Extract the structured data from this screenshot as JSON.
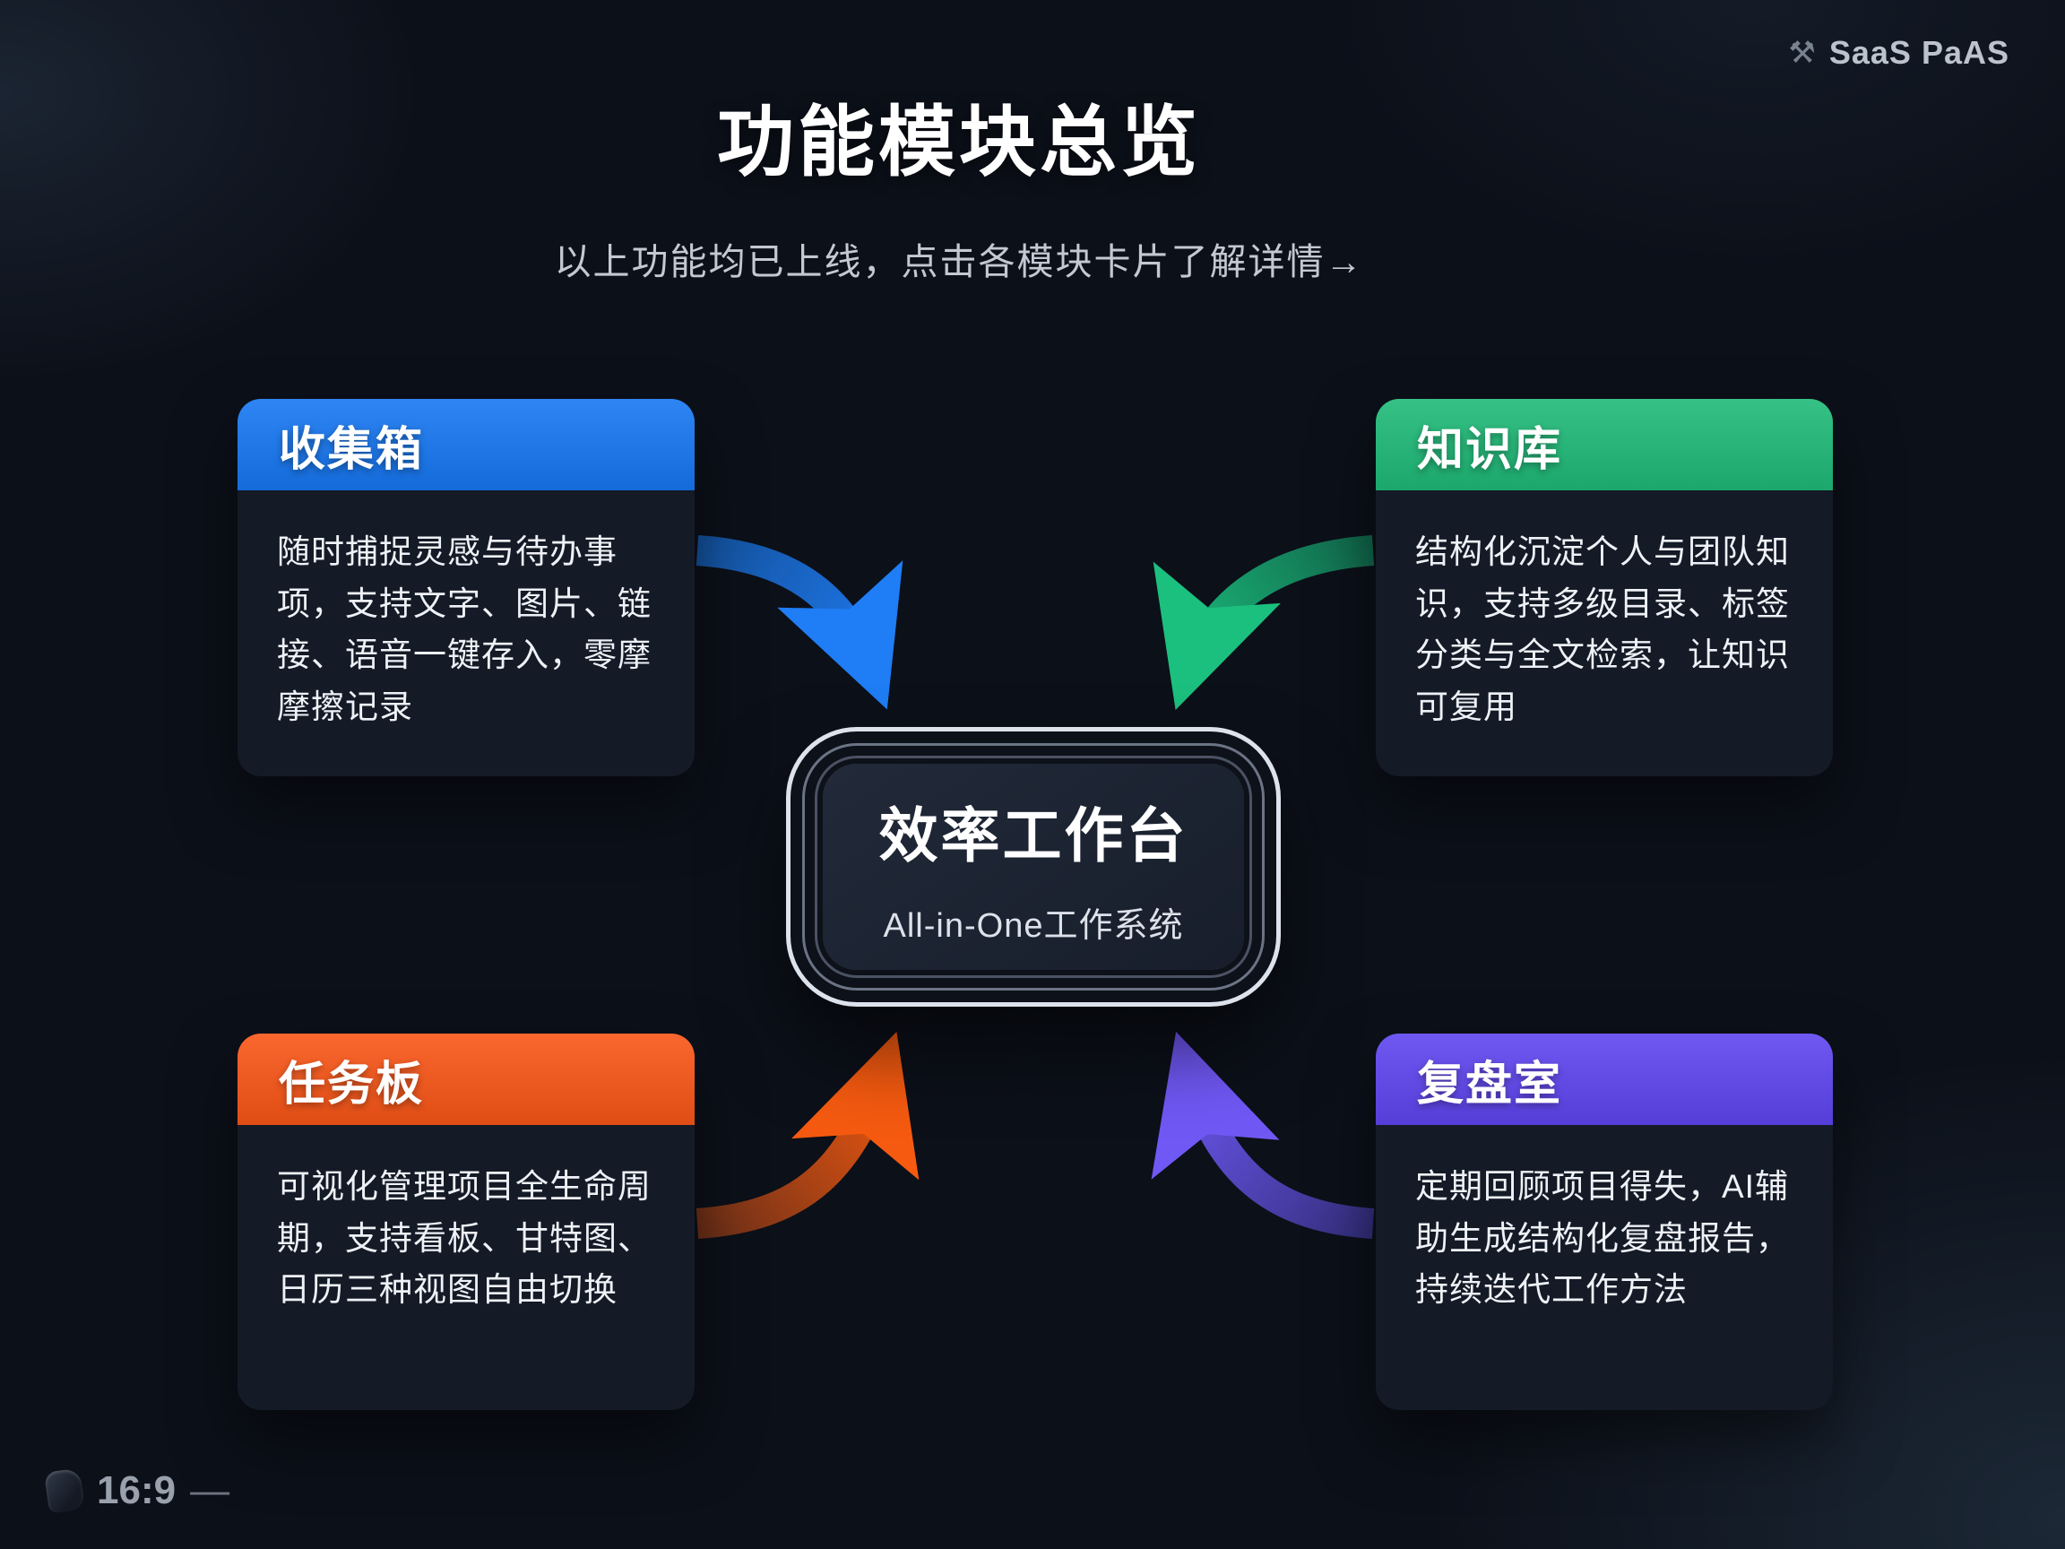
{
  "page": {
    "title": "功能模块总览",
    "subtitle": "以上功能均已上线，点击各模块卡片了解详情→"
  },
  "brand": {
    "name": "SaaS PaAS",
    "icon": "crossed-tools-icon"
  },
  "center": {
    "title": "效率工作台",
    "subtitle": "All-in-One工作系统"
  },
  "cards": [
    {
      "id": "collection-box",
      "title": "收集箱",
      "color": "#1677f2",
      "body": "随时捕捉灵感与待办事项，支持文字、图片、链接、语音一键存入，零摩摩擦记录",
      "position": "top-left"
    },
    {
      "id": "knowledge-base",
      "title": "知识库",
      "color": "#1fba78",
      "body": "结构化沉淀个人与团队知识，支持多级目录、标签分类与全文检索，让知识可复用",
      "position": "top-right"
    },
    {
      "id": "task-board",
      "title": "任务板",
      "color": "#f95617",
      "body": "可视化管理项目全生命周期，支持看板、甘特图、日历三种视图自由切换",
      "position": "bottom-left"
    },
    {
      "id": "review-room",
      "title": "复盘室",
      "color": "#5f45f0",
      "body": "定期回顾项目得失，AI辅助生成结构化复盘报告，持续迭代工作方法",
      "position": "bottom-right"
    }
  ],
  "arrows": [
    {
      "name": "collection-to-center",
      "start": "#14529e",
      "end": "#1f7df5"
    },
    {
      "name": "knowledge-to-center",
      "start": "#11684c",
      "end": "#1cc07e"
    },
    {
      "name": "task-to-center",
      "start": "#6e3018",
      "end": "#f55a10"
    },
    {
      "name": "review-to-center",
      "start": "#34307f",
      "end": "#7058f5"
    }
  ],
  "footer": {
    "aspect_ratio": "16:9",
    "dash": "—"
  }
}
